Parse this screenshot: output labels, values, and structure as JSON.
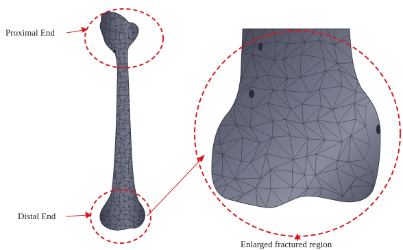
{
  "figure": {
    "labels": {
      "proximal": "Proximal End",
      "distal": "Distal End",
      "enlarged": "Enlarged fractured region"
    },
    "colors": {
      "highlight": "#d7191c",
      "bone_fill": "#5b5e6e",
      "bone_dark": "#3f4150",
      "bone_light": "#8c8fa0",
      "mesh_line": "#2b2d38"
    }
  }
}
